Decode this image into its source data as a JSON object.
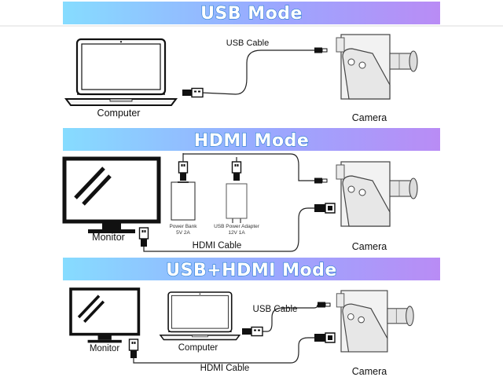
{
  "sections": [
    {
      "title": "USB Mode"
    },
    {
      "title": "HDMI Mode"
    },
    {
      "title": "USB+HDMI Mode"
    }
  ],
  "usb_mode": {
    "computer_label": "Computer",
    "camera_label": "Camera",
    "usb_cable_label": "USB Cable"
  },
  "hdmi_mode": {
    "monitor_label": "Monitor",
    "camera_label": "Camera",
    "hdmi_cable_label": "HDMI Cable",
    "power_bank_line1": "Power Bank",
    "power_bank_line2": "5V 2A",
    "adapter_line1": "USB Power Adapter",
    "adapter_line2": "12V 1A"
  },
  "combo_mode": {
    "monitor_label": "Monitor",
    "computer_label": "Computer",
    "camera_label": "Camera",
    "usb_cable_label": "USB Cable",
    "hdmi_cable_label": "HDMI Cable"
  },
  "colors": {
    "banner_left": "#7fd7ff",
    "banner_right": "#b58cf5",
    "banner_text_outline": "#2a7fd0"
  }
}
